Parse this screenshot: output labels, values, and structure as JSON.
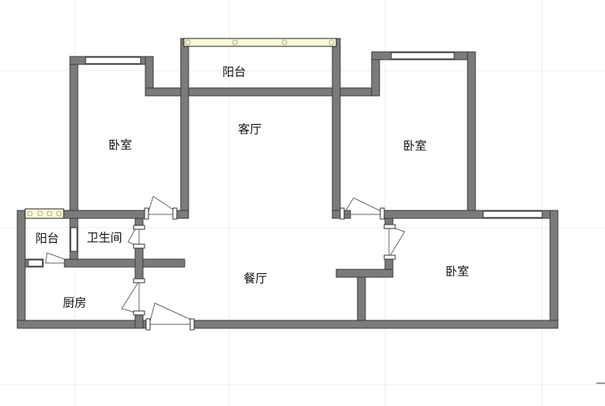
{
  "rooms": {
    "balcony_top": "阳台",
    "living_room": "客厅",
    "bedroom_left": "卧室",
    "bedroom_right_top": "卧室",
    "bedroom_right_bottom": "卧室",
    "balcony_left": "阳台",
    "bathroom": "卫生间",
    "dining_room": "餐厅",
    "kitchen": "厨房"
  },
  "colors": {
    "wall": "#7b7b7b",
    "balcony_window": "#fffbd6"
  }
}
